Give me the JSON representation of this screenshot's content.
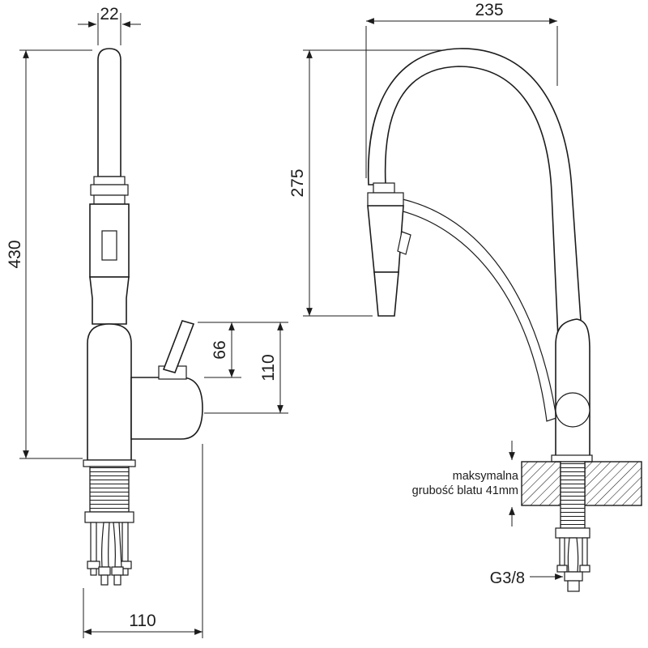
{
  "page": {
    "background": "#ffffff",
    "line_color": "#1c1c1c"
  },
  "left_view": {
    "dims": {
      "top_width": "22",
      "total_height": "430",
      "handle_height": "66",
      "outlet_height": "110",
      "base_width": "110"
    }
  },
  "right_view": {
    "dims": {
      "top_width": "235",
      "spout_height": "275"
    },
    "countertop_note": {
      "line1": "maksymalna",
      "line2": "grubość blatu 41mm"
    },
    "thread_label": "G3/8"
  }
}
